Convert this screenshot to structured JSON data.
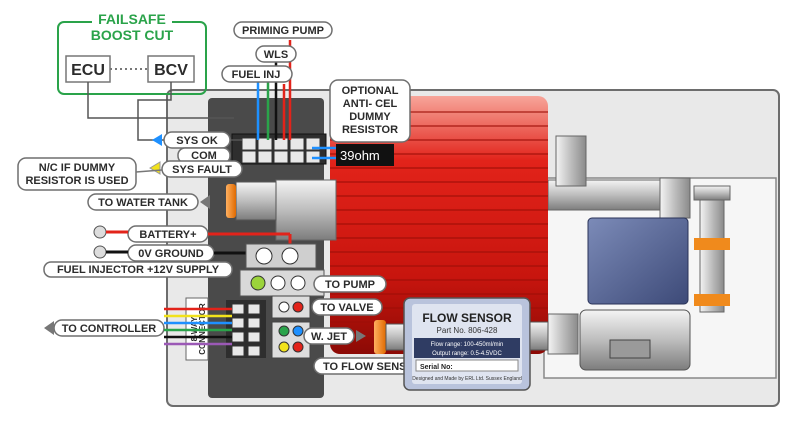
{
  "failsafe": {
    "title_line1": "FAILSAFE",
    "title_line2": "BOOST CUT",
    "ecu_label": "ECU",
    "bcv_label": "BCV",
    "color": "#2aa34a"
  },
  "labels": {
    "priming_pump": "PRIMING PUMP",
    "wls": "WLS",
    "fuel_inj": "FUEL INJ",
    "optional_line1": "OPTIONAL",
    "optional_line2": "ANTI- CEL",
    "optional_line3": "DUMMY",
    "optional_line4": "RESISTOR",
    "resistor_value": "39ohm",
    "sys_ok": "SYS OK",
    "com": "COM",
    "sys_fault": "SYS FAULT",
    "nc_line1": "N/C IF DUMMY",
    "nc_line2": "RESISTOR IS USED",
    "to_water_tank": "TO WATER TANK",
    "battery": "BATTERY+",
    "ground": "0V GROUND",
    "fuel_injector_supply": "FUEL INJECTOR +12V SUPPLY",
    "to_pump": "TO PUMP",
    "to_valve": "TO VALVE",
    "w_jet": "W. JET",
    "to_flow_sensor": "TO FLOW SENSOR",
    "to_controller": "TO CONTROLLER",
    "connector_line1": "8-WAY",
    "connector_line2": "CONNECTOR"
  },
  "flow_sensor": {
    "title": "FLOW SENSOR",
    "part_no": "Part No. 806-428",
    "flow_range": "Flow range: 100-450ml/min",
    "output_range": "Output range: 0.5-4.5VDC",
    "serial": "Serial No:",
    "footer": "Designed and Made by ERL Ltd. Sussex England"
  },
  "colors": {
    "pump_red": "#e2231a",
    "sys_ok_arrow": "#1e90ff",
    "sys_fault_arrow": "#f2e21b",
    "pipe_blue": "#5a6b9a"
  }
}
